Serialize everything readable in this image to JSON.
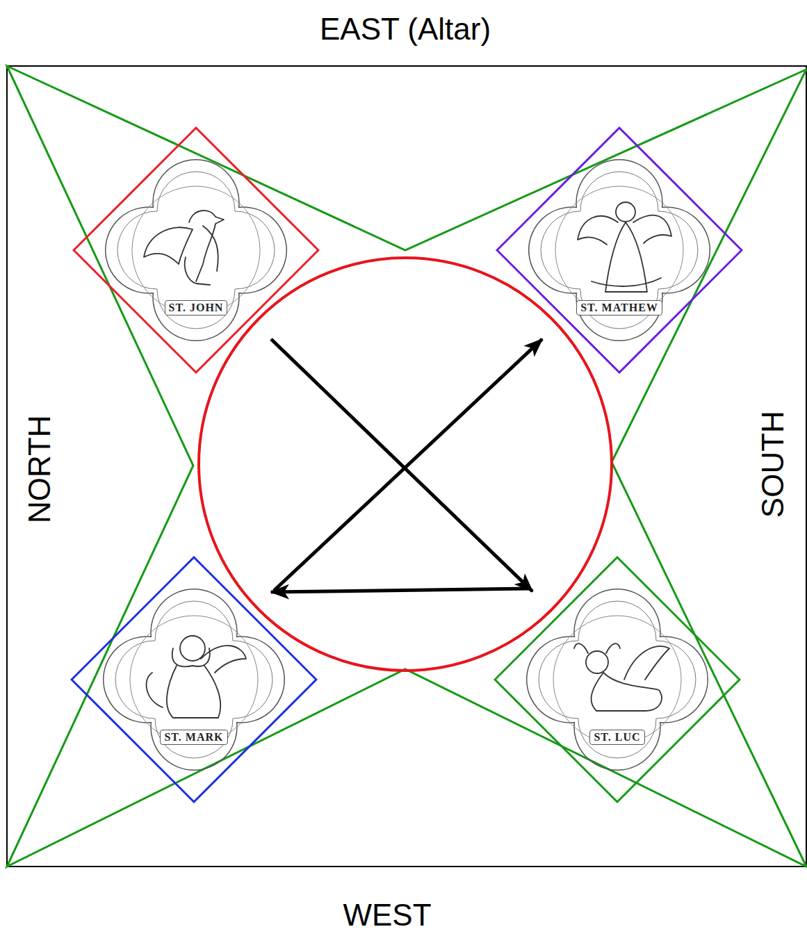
{
  "diagram": {
    "nodes": [
      {
        "text": [
          "ST. JOHN"
        ]
      },
      {
        "text": [
          "ST. MATHEW"
        ]
      },
      {
        "text": [
          "ST. MARK"
        ]
      },
      {
        "text": [
          "ST. LUC"
        ]
      }
    ],
    "labels": [
      "EAST (Altar)",
      "NORTH",
      "SOUTH",
      "WEST"
    ]
  }
}
